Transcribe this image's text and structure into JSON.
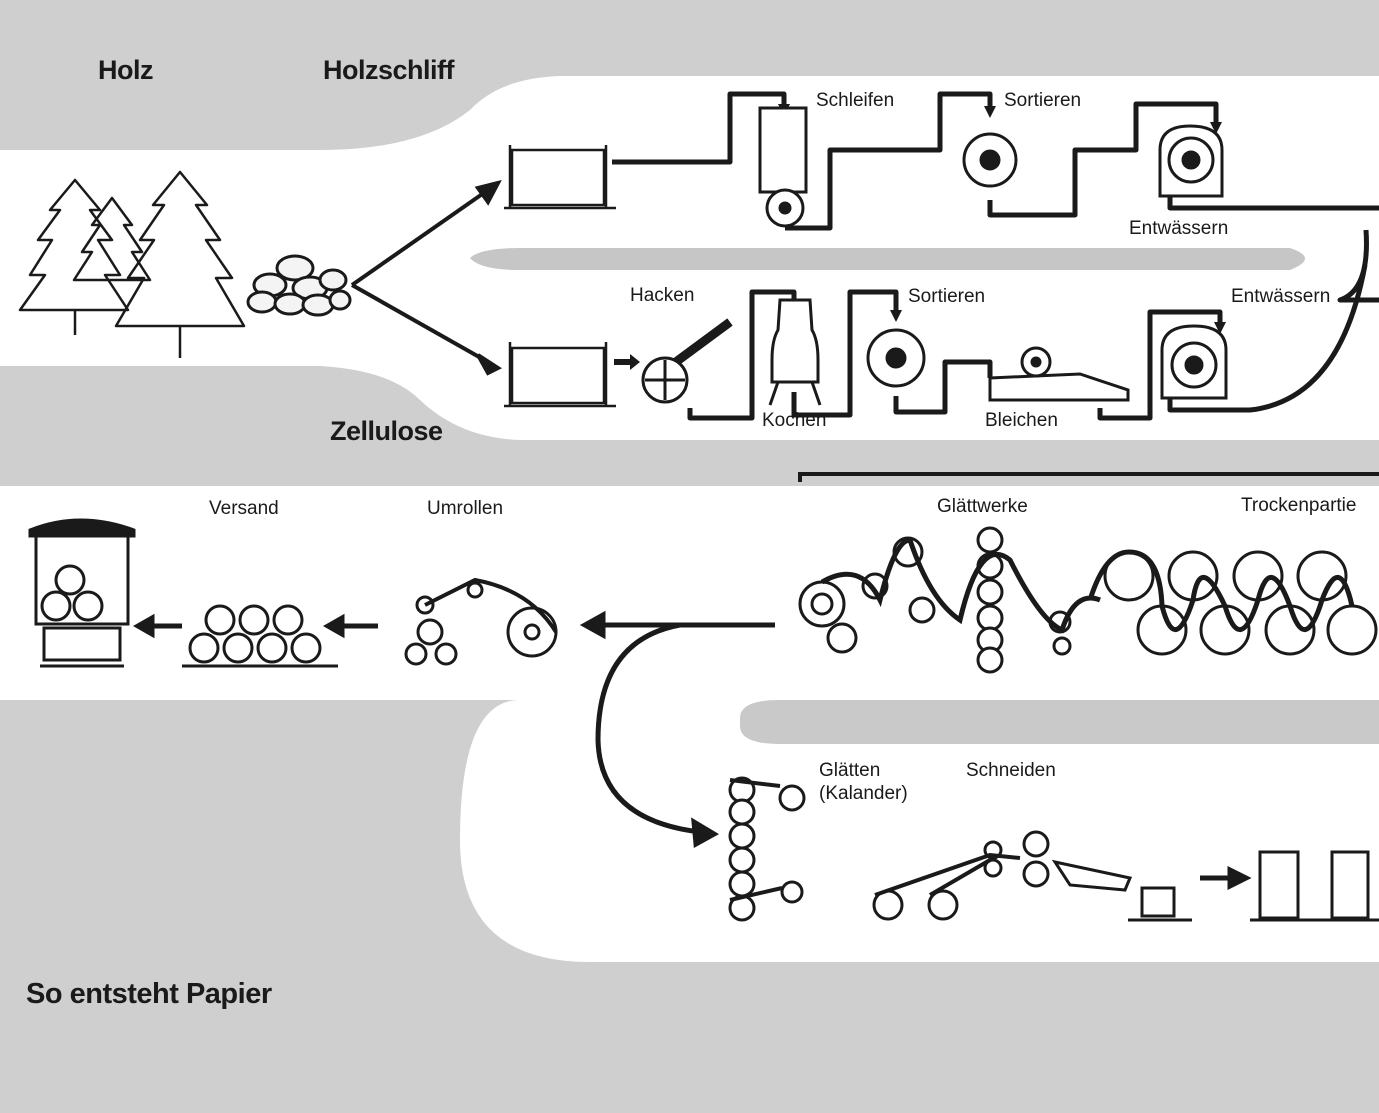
{
  "headings": {
    "holz": "Holz",
    "holzschliff": "Holzschliff",
    "zellulose": "Zellulose",
    "title": "So entsteht Papier"
  },
  "labels": {
    "schleifen": "Schleifen",
    "sortieren_1": "Sortieren",
    "entwaessern_1": "Entwässern",
    "hacken": "Hacken",
    "sortieren_2": "Sortieren",
    "entwaessern_2": "Entwässern",
    "kochen": "Kochen",
    "bleichen": "Bleichen",
    "versand": "Versand",
    "umrollen": "Umrollen",
    "glaettwerke": "Glättwerke",
    "trockenpartie": "Trockenpartie",
    "glaetten": "Glätten",
    "kalander": "(Kalander)",
    "schneiden": "Schneiden"
  },
  "colors": {
    "background": "#cfcfcf",
    "band": "#ffffff",
    "ink": "#1a1a1a"
  }
}
